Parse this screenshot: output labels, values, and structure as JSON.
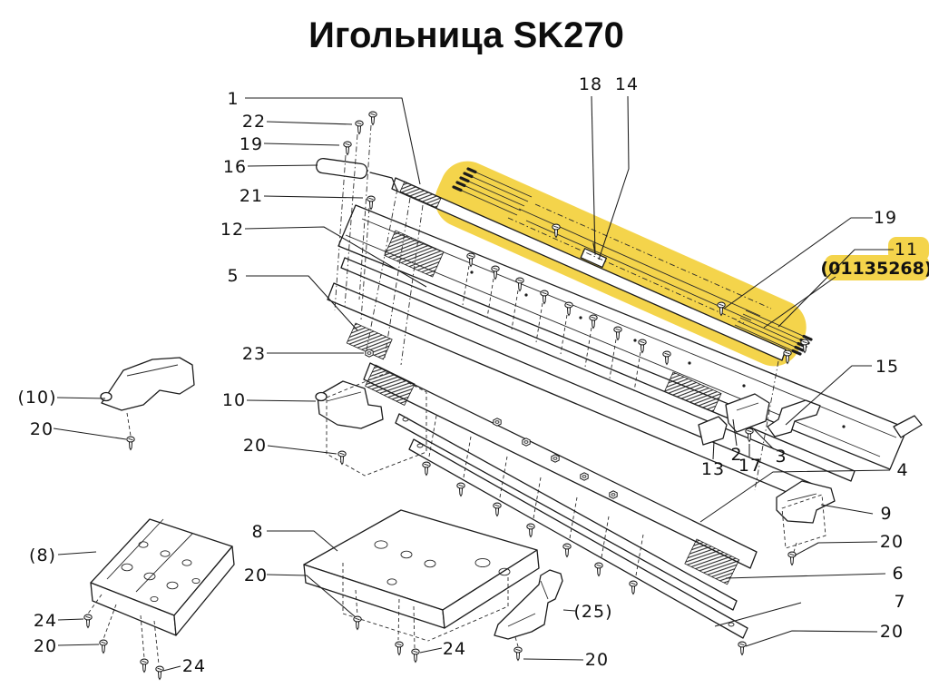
{
  "title": "Игольница SK270",
  "colors": {
    "highlight": "#F4D44B",
    "ink": "#1c1c1c",
    "background": "#ffffff"
  },
  "highlighted": {
    "ref_label": "11",
    "part_number": "(01135268)"
  },
  "callouts": [
    {
      "text": "1"
    },
    {
      "text": "22"
    },
    {
      "text": "19"
    },
    {
      "text": "16"
    },
    {
      "text": "21"
    },
    {
      "text": "12"
    },
    {
      "text": "5"
    },
    {
      "text": "23"
    },
    {
      "text": "10"
    },
    {
      "text": "20"
    },
    {
      "text": "(10)"
    },
    {
      "text": "20"
    },
    {
      "text": "(8)"
    },
    {
      "text": "24"
    },
    {
      "text": "20"
    },
    {
      "text": "24"
    },
    {
      "text": "8"
    },
    {
      "text": "20"
    },
    {
      "text": "24"
    },
    {
      "text": "(25)"
    },
    {
      "text": "20"
    },
    {
      "text": "18"
    },
    {
      "text": "14"
    },
    {
      "text": "19"
    },
    {
      "text": "11"
    },
    {
      "text": "(01135268)"
    },
    {
      "text": "15"
    },
    {
      "text": "13"
    },
    {
      "text": "2"
    },
    {
      "text": "17"
    },
    {
      "text": "3"
    },
    {
      "text": "4"
    },
    {
      "text": "9"
    },
    {
      "text": "20"
    },
    {
      "text": "6"
    },
    {
      "text": "7"
    },
    {
      "text": "20"
    }
  ]
}
